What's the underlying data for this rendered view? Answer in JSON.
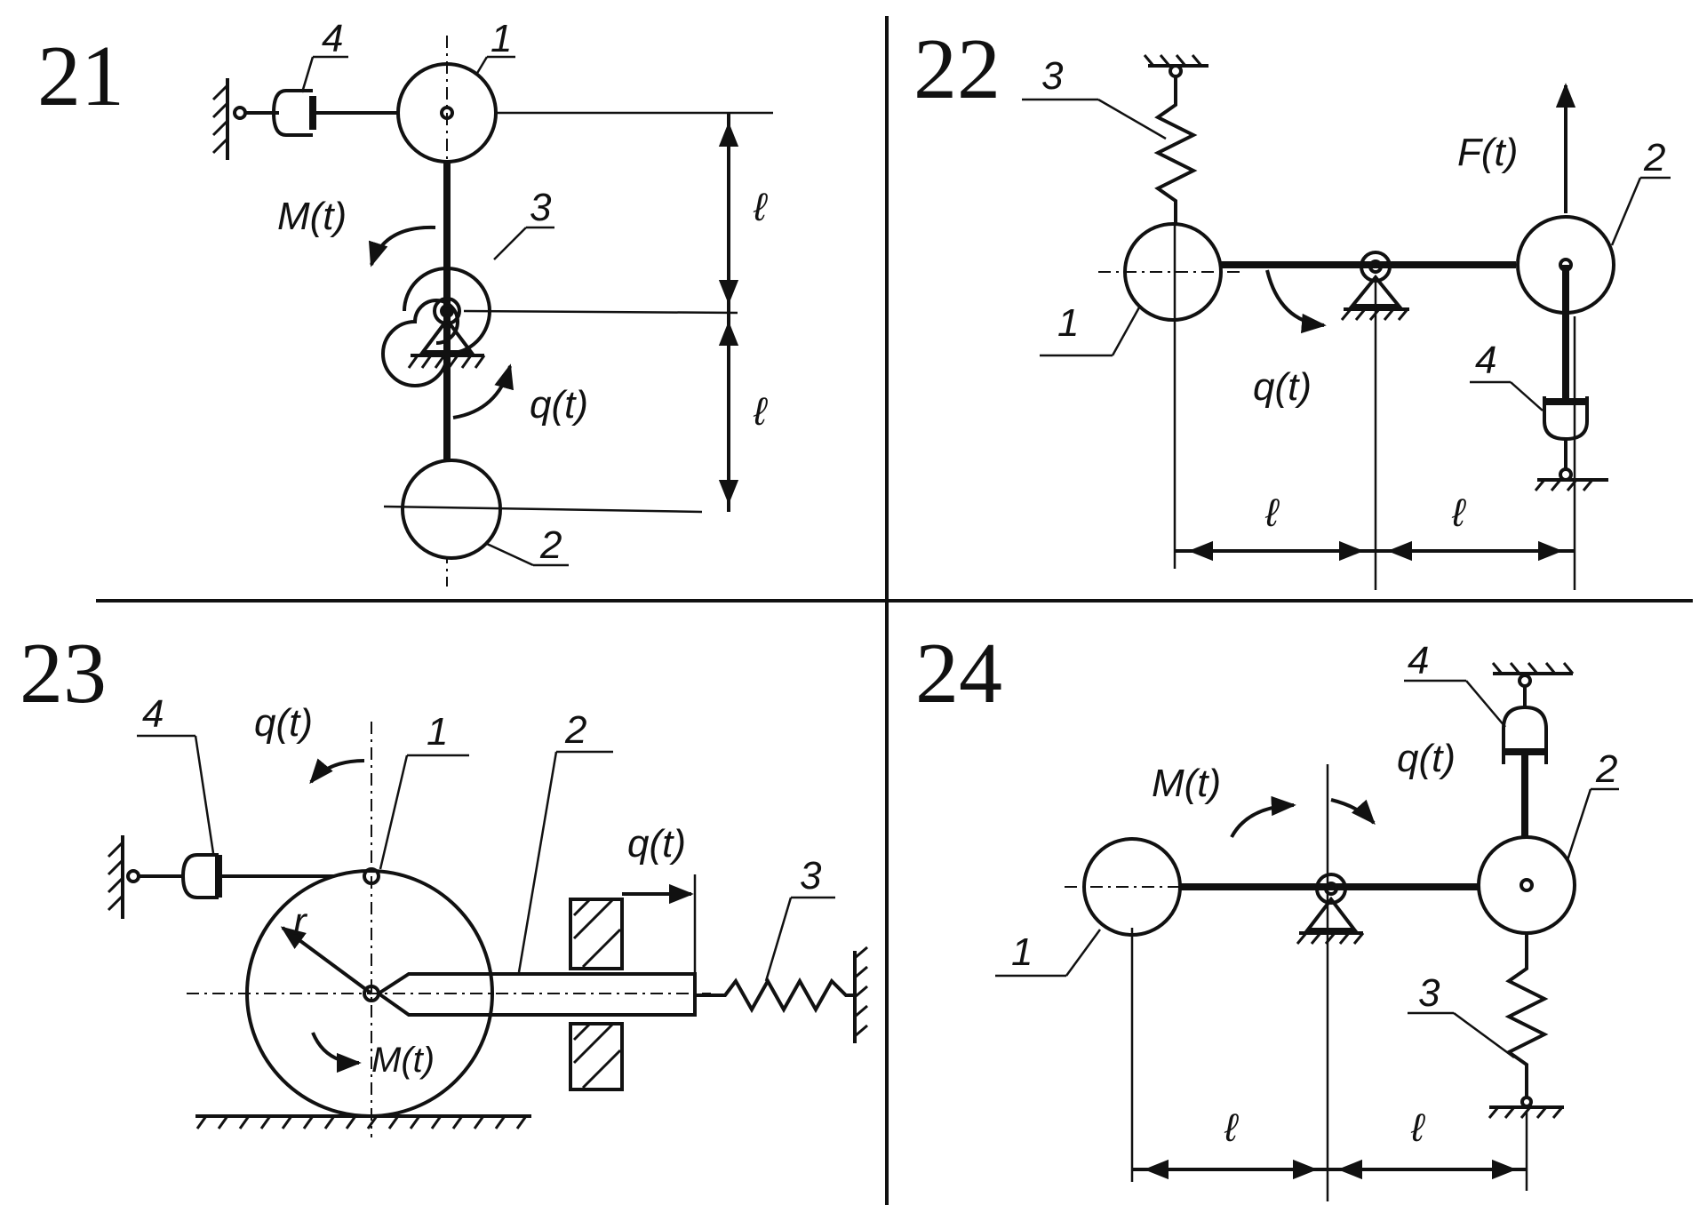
{
  "panels": [
    {
      "number": "21",
      "labels": {
        "mass1": "1",
        "mass2": "2",
        "spring": "3",
        "damper": "4",
        "moment": "M(t)",
        "coord": "q(t)",
        "len1": "ℓ",
        "len2": "ℓ"
      }
    },
    {
      "number": "22",
      "labels": {
        "mass1": "1",
        "mass2": "2",
        "spring": "3",
        "damper": "4",
        "force": "F(t)",
        "coord": "q(t)",
        "len1": "ℓ",
        "len2": "ℓ"
      }
    },
    {
      "number": "23",
      "labels": {
        "disk": "1",
        "rod": "2",
        "spring": "3",
        "damper": "4",
        "coord_rot": "q(t)",
        "coord_lin": "q(t)",
        "radius": "r",
        "moment": "M(t)"
      }
    },
    {
      "number": "24",
      "labels": {
        "mass1": "1",
        "mass2": "2",
        "spring": "3",
        "damper": "4",
        "moment": "M(t)",
        "coord": "q(t)",
        "len1": "ℓ",
        "len2": "ℓ"
      }
    }
  ]
}
